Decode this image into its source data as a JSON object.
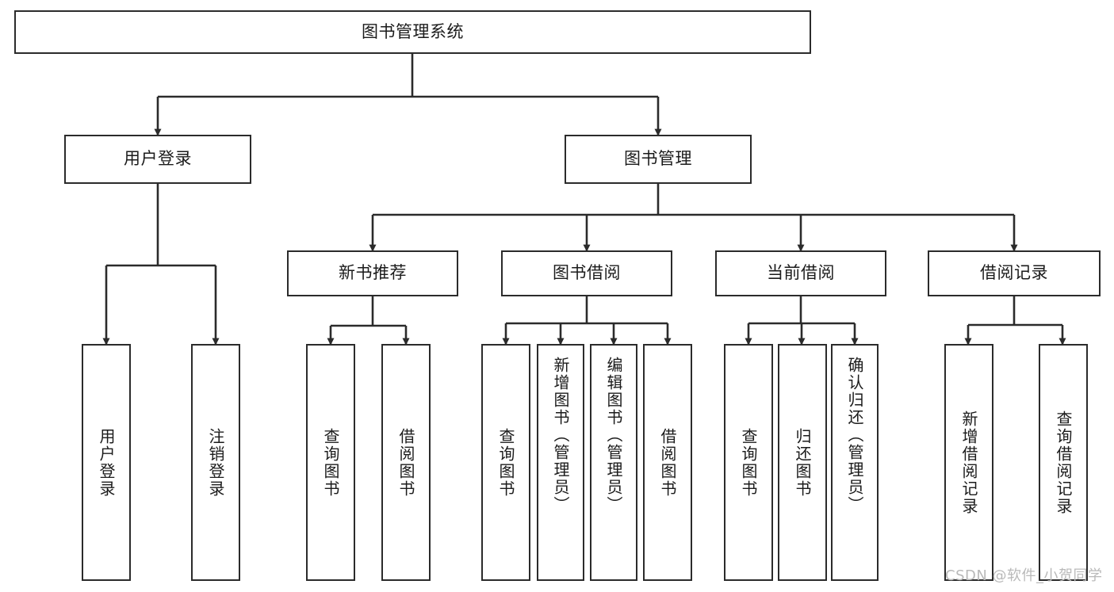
{
  "diagram": {
    "type": "tree-hierarchy-chart",
    "title": "图书管理系统",
    "background_color": "#ffffff",
    "line_color": "#2b2b2b",
    "text_color": "#1b1b1b",
    "root": {
      "label": "图书管理系统"
    },
    "level1": [
      {
        "label": "用户登录"
      },
      {
        "label": "图书管理"
      }
    ],
    "level2": [
      {
        "label": "新书推荐"
      },
      {
        "label": "图书借阅"
      },
      {
        "label": "当前借阅"
      },
      {
        "label": "借阅记录"
      }
    ],
    "leaves": {
      "user_login": [
        {
          "label": "用户登录"
        },
        {
          "label": "注销登录"
        }
      ],
      "new_book_recommend": [
        {
          "label": "查询图书"
        },
        {
          "label": "借阅图书"
        }
      ],
      "book_borrow": [
        {
          "label": "查询图书"
        },
        {
          "label": "新增图书（管理员）"
        },
        {
          "label": "编辑图书（管理员）"
        },
        {
          "label": "借阅图书"
        }
      ],
      "current_borrow": [
        {
          "label": "查询图书"
        },
        {
          "label": "归还图书"
        },
        {
          "label": "确认归还（管理员）"
        }
      ],
      "borrow_record": [
        {
          "label": "新增借阅记录"
        },
        {
          "label": "查询借阅记录"
        }
      ]
    }
  },
  "watermark": {
    "text": "CSDN @软件_小贺同学"
  }
}
